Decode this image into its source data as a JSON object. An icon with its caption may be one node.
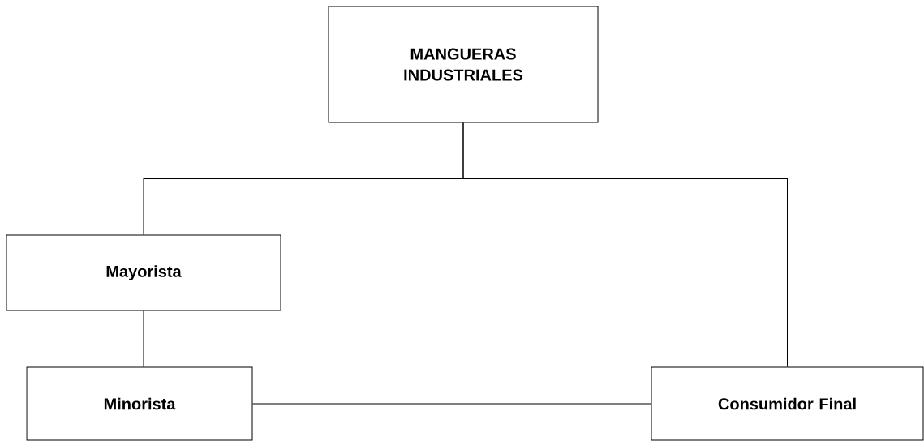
{
  "diagram": {
    "nodes": [
      {
        "text": [
          "MANGUERAS INDUSTRIALES"
        ]
      },
      {
        "text": [
          "Mayorista"
        ]
      },
      {
        "text": [
          "Minorista"
        ]
      },
      {
        "text": [
          "Consumidor Final"
        ]
      }
    ],
    "edges": [
      {
        "from": 0,
        "to": 1,
        "arrow": "none"
      },
      {
        "from": 0,
        "to": 3,
        "arrow": "none"
      },
      {
        "from": 1,
        "to": 2,
        "arrow": "none"
      },
      {
        "from": 2,
        "to": 3,
        "arrow": "none"
      }
    ]
  }
}
